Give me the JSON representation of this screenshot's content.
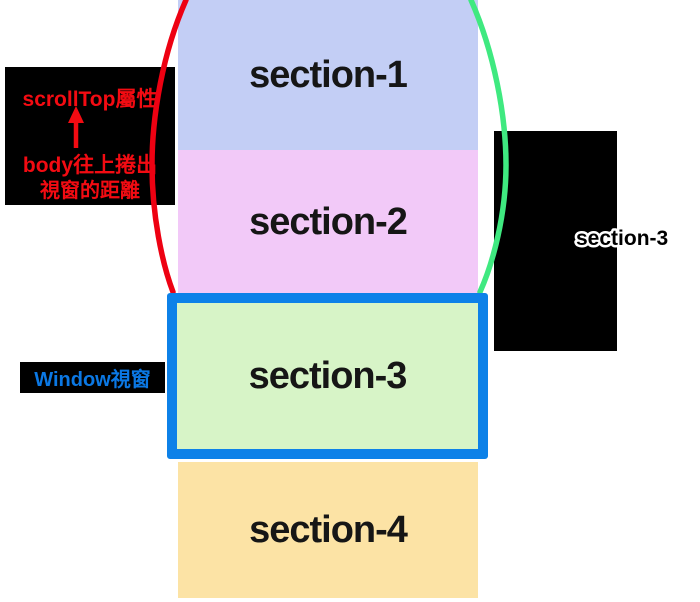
{
  "sections": [
    {
      "name": "section-1",
      "label": "section-1",
      "fill": "#c3cef5"
    },
    {
      "name": "section-2",
      "label": "section-2",
      "fill": "#f2c9f8"
    },
    {
      "name": "section-3",
      "label": "section-3",
      "fill": "#d7f4c7"
    },
    {
      "name": "section-4",
      "label": "section-4",
      "fill": "#fce3a5"
    }
  ],
  "annotations": {
    "scrolltop_label": {
      "line1": "scrollTop屬性",
      "line2": "body往上捲出",
      "line3": "視窗的距離",
      "text_color": "#f30b12",
      "bg": "#000000"
    },
    "window_label": {
      "text": "Window視窗",
      "text_color": "#0b78e4",
      "bg": "#000000"
    },
    "right_label": {
      "text": "section-3",
      "text_color": "#000000",
      "outline_color": "#ffffff",
      "bg": "#000000"
    }
  },
  "shapes": {
    "red_curve_color": "#ee0112",
    "green_curve_color": "#3fe980",
    "arrow_color": "#f30b12",
    "viewport_border_color": "#0d81e8"
  }
}
